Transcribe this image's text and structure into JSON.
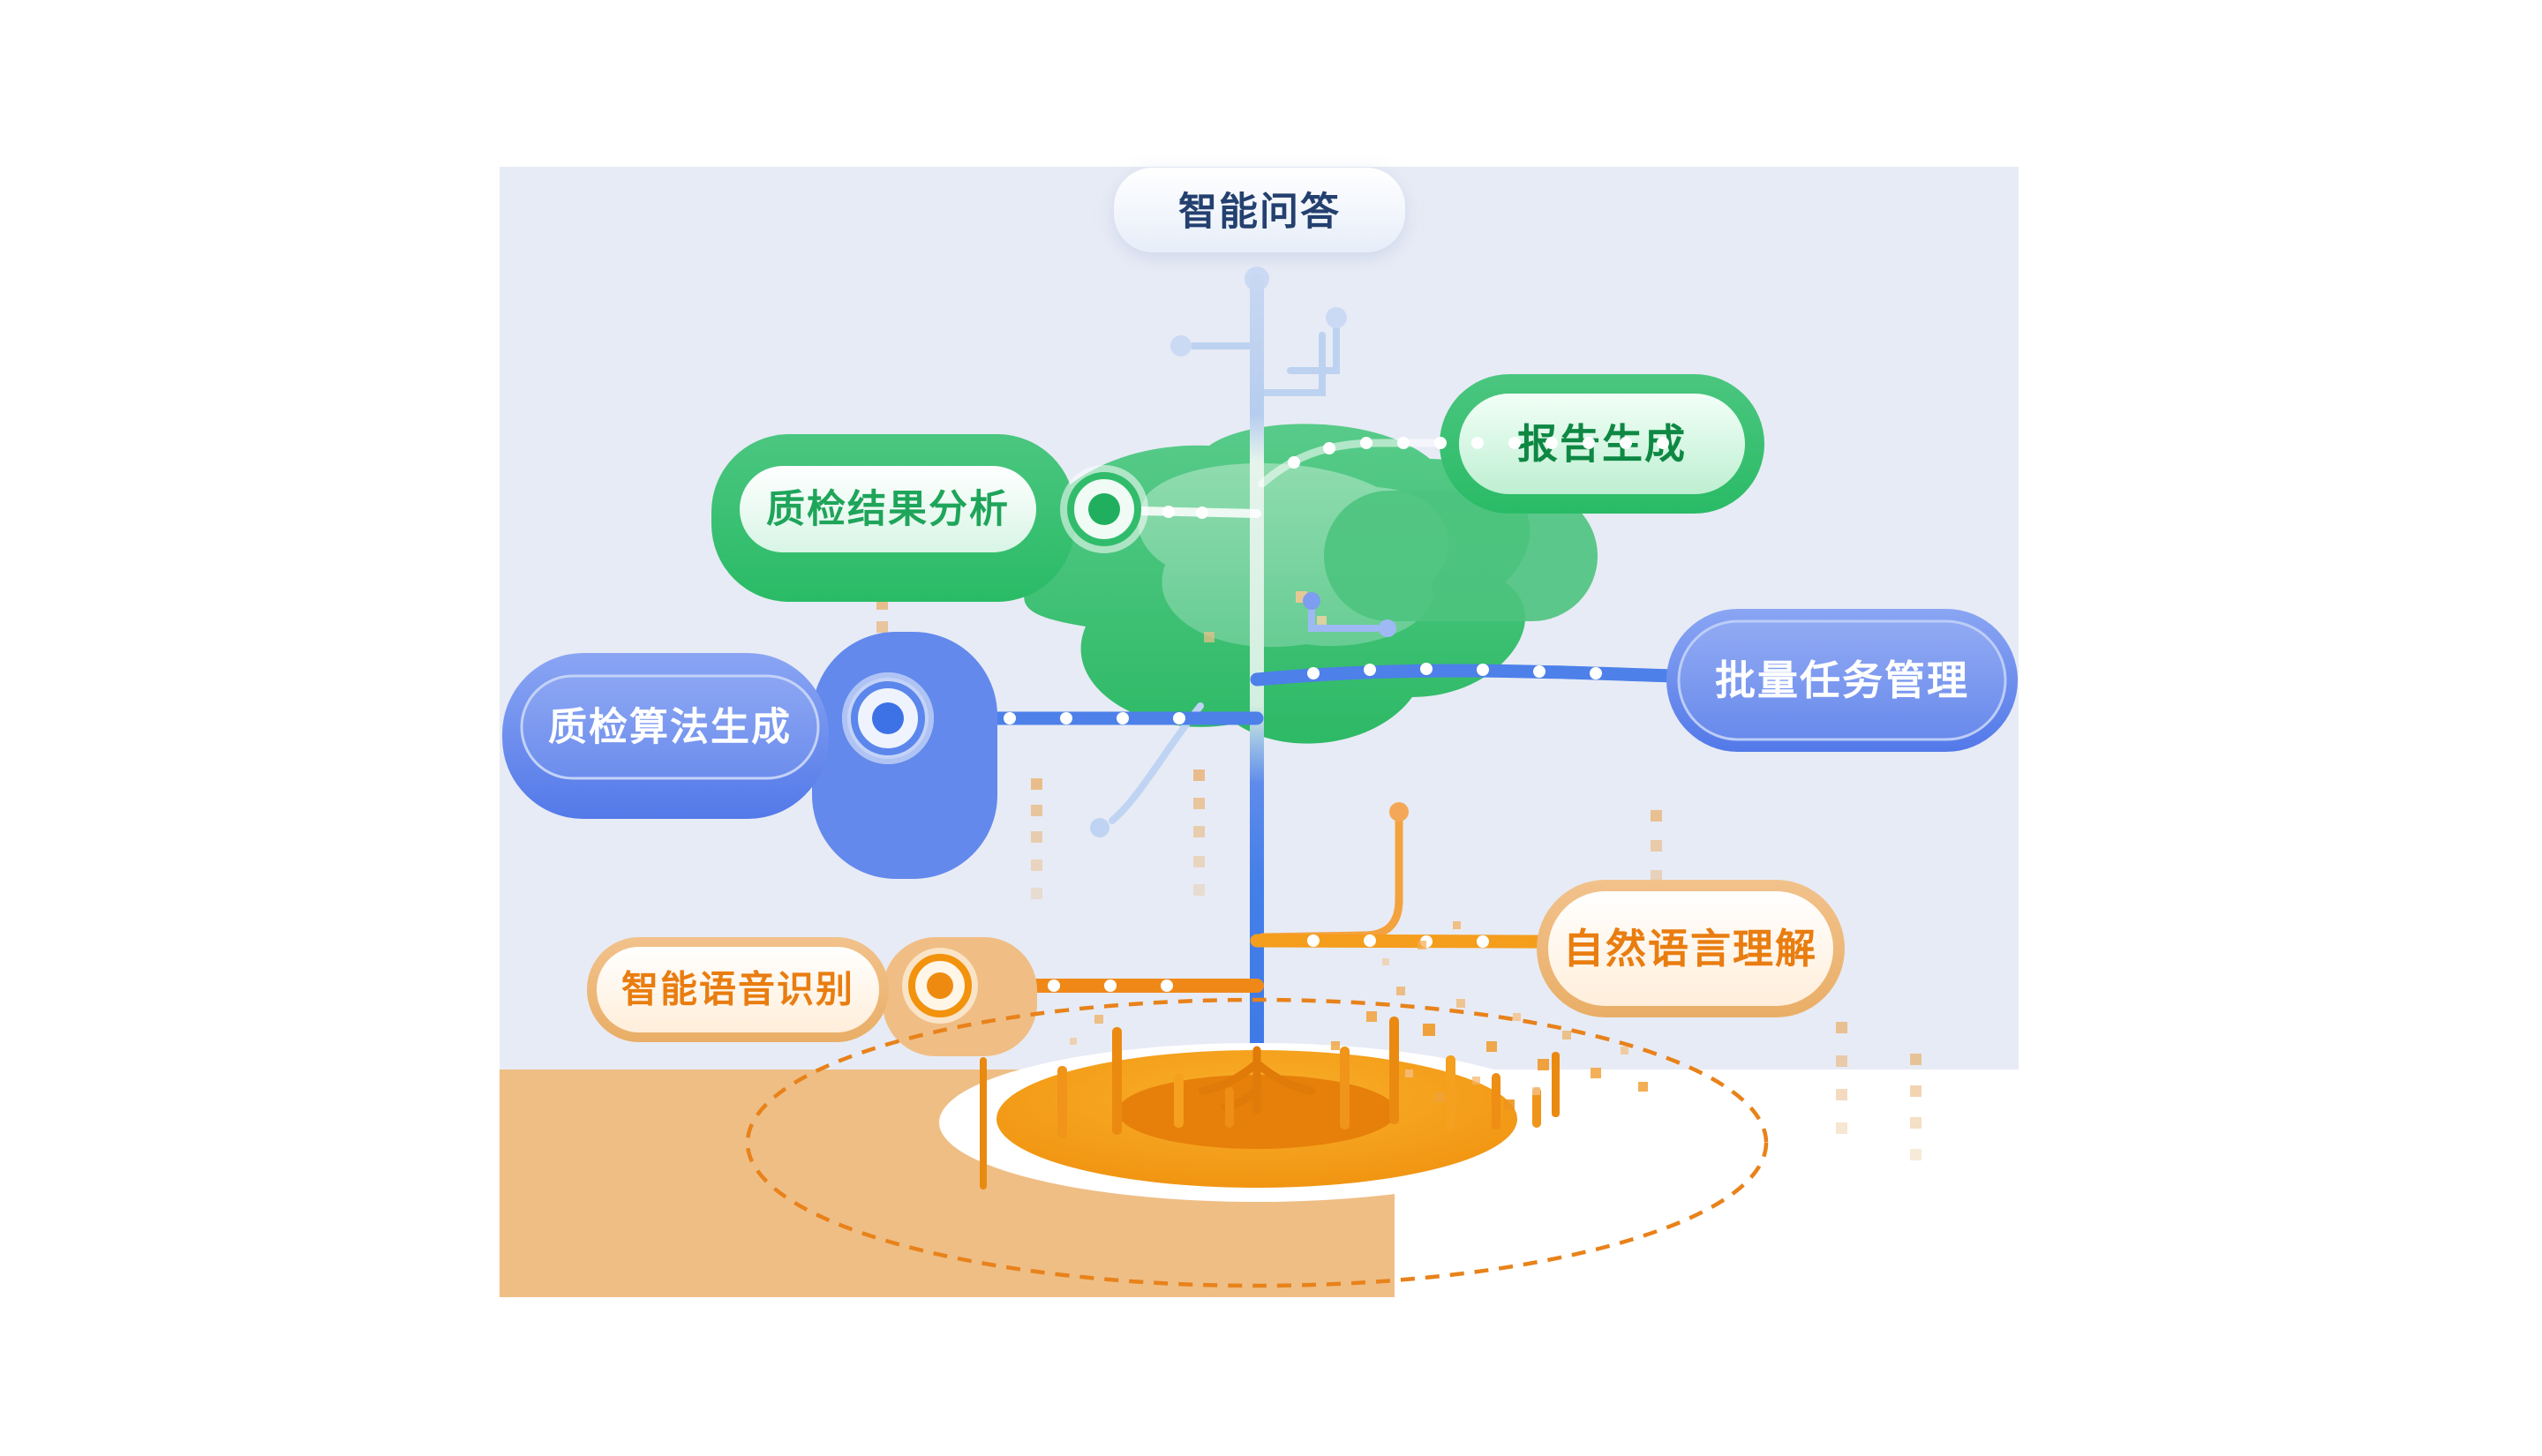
{
  "page": {
    "background": "#FFFFFF"
  },
  "diagram": {
    "type": "feature-tree",
    "nodes": {
      "qa": {
        "label": "智能问答",
        "color": "light-blue"
      },
      "report": {
        "label": "报告生成",
        "color": "green"
      },
      "analysis": {
        "label": "质检结果分析",
        "color": "green"
      },
      "batch": {
        "label": "批量任务管理",
        "color": "blue"
      },
      "algo": {
        "label": "质检算法生成",
        "color": "blue"
      },
      "nlu": {
        "label": "自然语言理解",
        "color": "orange"
      },
      "asr": {
        "label": "智能语音识别",
        "color": "orange"
      }
    },
    "palette": {
      "panel": "#E7EBF5",
      "ground": "#EFBE85",
      "green": "#2FB968",
      "green_light": "#8BD9AB",
      "blue": "#4D80E9",
      "blue_light": "#BCD2F0",
      "orange": "#F59D1C",
      "orange_deep": "#E8820E",
      "text_green": "#0E8843",
      "text_orange": "#E97D10",
      "text_navy": "#23406F"
    }
  }
}
